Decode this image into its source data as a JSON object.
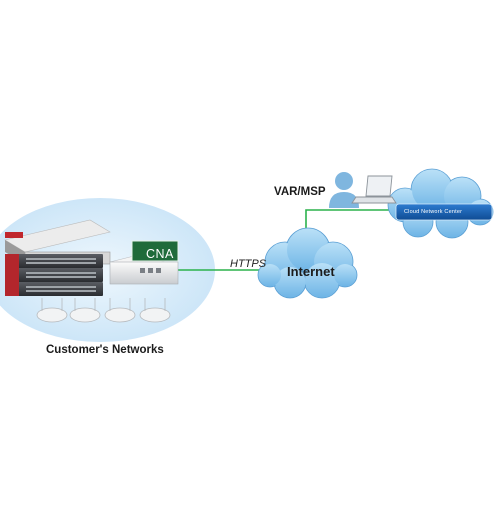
{
  "diagram": {
    "customer_network_label": "Customer's Networks",
    "cna_label": "CNA",
    "link_label": "HTTPS",
    "internet_label": "Internet",
    "partner_label": "VAR/MSP",
    "cloud_center_label": "Cloud Network Center"
  },
  "colors": {
    "link_green": "#2bb24c",
    "cloud_blue": "#8cc8ee",
    "cna_green": "#1f6b3a",
    "cnc_box": "#1c5fb0",
    "user_blue": "#7fb6df",
    "ellipse_blue": "#d5ebfa"
  },
  "icons": [
    "router-stack-icon",
    "access-point-icon",
    "cna-appliance-icon",
    "cloud-icon",
    "user-icon",
    "laptop-icon"
  ]
}
